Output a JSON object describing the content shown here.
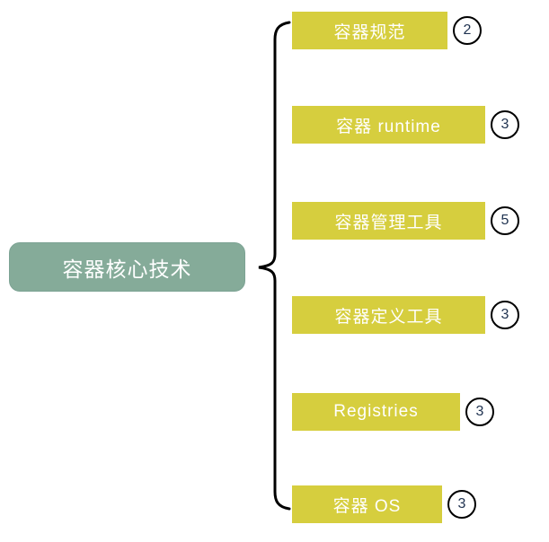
{
  "root": {
    "label": "容器核心技术"
  },
  "branches": [
    {
      "label": "容器规范",
      "count": "2"
    },
    {
      "label": "容器 runtime",
      "count": "3"
    },
    {
      "label": "容器管理工具",
      "count": "5"
    },
    {
      "label": "容器定义工具",
      "count": "3"
    },
    {
      "label": "Registries",
      "count": "3"
    },
    {
      "label": "容器 OS",
      "count": "3"
    }
  ],
  "colors": {
    "root_fill": "#85ab99",
    "branch_fill": "#d6ce3e",
    "node_text": "#ffffff",
    "badge_fill": "#ffffff",
    "badge_border": "#000000",
    "badge_number": "#1f3250",
    "brace_stroke": "#000000",
    "background": "#ffffff"
  },
  "connector": {
    "type": "curly-brace"
  }
}
